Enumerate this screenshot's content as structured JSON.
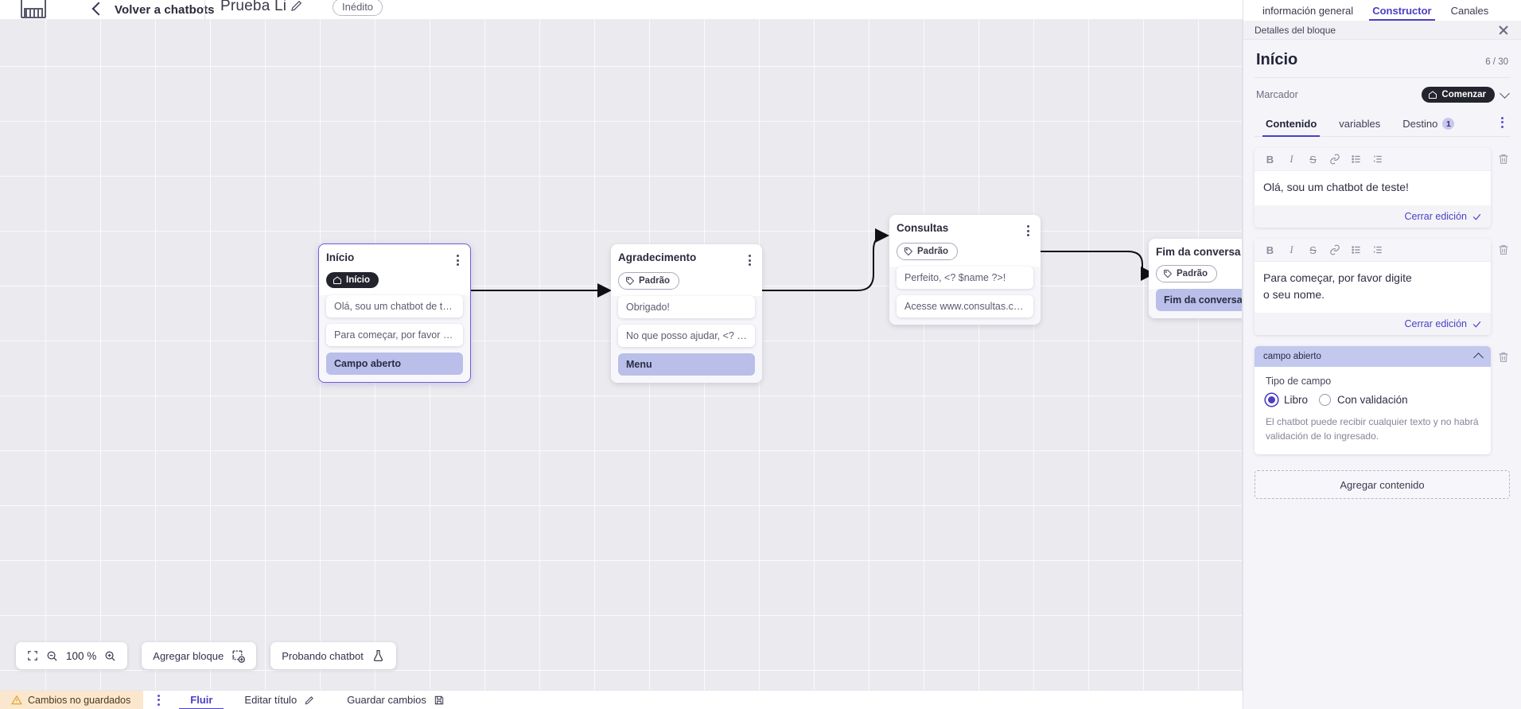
{
  "topbar": {
    "logo_name": "app-logo",
    "back_label": "Volver a chatbots",
    "bot_title": "Prueba Li",
    "edit_icon": "pencil-icon",
    "status_badge": "Inédito"
  },
  "canvas": {
    "zoom_value": "100 %",
    "fit_icon": "fit-screen-icon",
    "zoom_out_icon": "zoom-out-icon",
    "zoom_in_icon": "zoom-in-icon",
    "add_block_label": "Agregar bloque",
    "add_block_icon": "add-block-icon",
    "test_bot_label": "Probando chatbot",
    "test_bot_icon": "flask-icon",
    "nodes": [
      {
        "id": "inicio",
        "title": "Início",
        "tag": "Início",
        "tag_icon": "home-icon",
        "tag_style": "dark",
        "selected": true,
        "messages": [
          "Olá, sou um chatbot de teste!",
          "Para começar, por favor digite o ..."
        ],
        "input": "Campo aberto"
      },
      {
        "id": "agradecimento",
        "title": "Agradecimento",
        "tag": "Padrão",
        "tag_icon": "tag-icon",
        "tag_style": "outline",
        "selected": false,
        "messages": [
          "Obrigado!",
          "No que posso ajudar, <? $name ..."
        ],
        "input": "Menu"
      },
      {
        "id": "consultas",
        "title": "Consultas",
        "tag": "Padrão",
        "tag_icon": "tag-icon",
        "tag_style": "outline",
        "selected": false,
        "messages": [
          "Perfeito, <? $name ?>!",
          "Acesse www.consultas.com par..."
        ],
        "input": null
      },
      {
        "id": "fim",
        "title": "Fim da conversa",
        "tag": "Padrão",
        "tag_icon": "tag-icon",
        "tag_style": "outline",
        "selected": false,
        "messages": [],
        "input": "Fim da conversa"
      }
    ]
  },
  "panel": {
    "tabs": [
      {
        "label": "información general",
        "active": false
      },
      {
        "label": "Constructor",
        "active": true
      },
      {
        "label": "Canales",
        "active": false
      }
    ],
    "subheader_title": "Detalles del bloque",
    "close_icon": "close-icon",
    "block_title": "Início",
    "block_count": "6 / 30",
    "marker_label": "Marcador",
    "marker_value": "Comenzar",
    "marker_icon": "home-icon",
    "marker_chevron": "chevron-down-icon",
    "content_tabs": [
      {
        "label": "Contenido",
        "active": true,
        "badge": null
      },
      {
        "label": "variables",
        "active": false,
        "badge": null
      },
      {
        "label": "Destino",
        "active": false,
        "badge": "1"
      }
    ],
    "more_icon": "kebab-menu-icon",
    "editor_toolbar": [
      "B",
      "I",
      "S",
      "link-icon",
      "bullet-list-icon",
      "numbered-list-icon"
    ],
    "editors": [
      {
        "text": "Olá, sou um chatbot de teste!",
        "close_label": "Cerrar edición",
        "check_icon": "check-icon",
        "delete_icon": "trash-icon"
      },
      {
        "text": "Para começar, por favor digite o seu nome.",
        "close_label": "Cerrar edición",
        "check_icon": "check-icon",
        "delete_icon": "trash-icon"
      }
    ],
    "field_card": {
      "header": "campo abierto",
      "collapse_icon": "chevron-up-icon",
      "delete_icon": "trash-icon",
      "type_label": "Tipo de campo",
      "options": [
        {
          "label": "Libro",
          "selected": true
        },
        {
          "label": "Con validación",
          "selected": false
        }
      ],
      "hint": "El chatbot puede recibir cualquier texto y no habrá validación de lo ingresado."
    },
    "add_content_label": "Agregar contenido",
    "cursor_icon": "pointer-cursor-icon"
  },
  "bottombar": {
    "unsaved_label": "Cambios no guardados",
    "warning_icon": "warning-triangle-icon",
    "kebab_icon": "kebab-menu-icon",
    "items": [
      {
        "label": "Fluir",
        "active": true,
        "icon": null
      },
      {
        "label": "Editar título",
        "active": false,
        "icon": "pencil-icon"
      },
      {
        "label": "Guardar cambios",
        "active": false,
        "icon": "save-icon"
      }
    ]
  },
  "colors": {
    "accent": "#4a3fc4",
    "canvas_bg": "#ebebef",
    "input_chip": "#b9bfe8",
    "warning_bg": "#fbe7cd"
  }
}
